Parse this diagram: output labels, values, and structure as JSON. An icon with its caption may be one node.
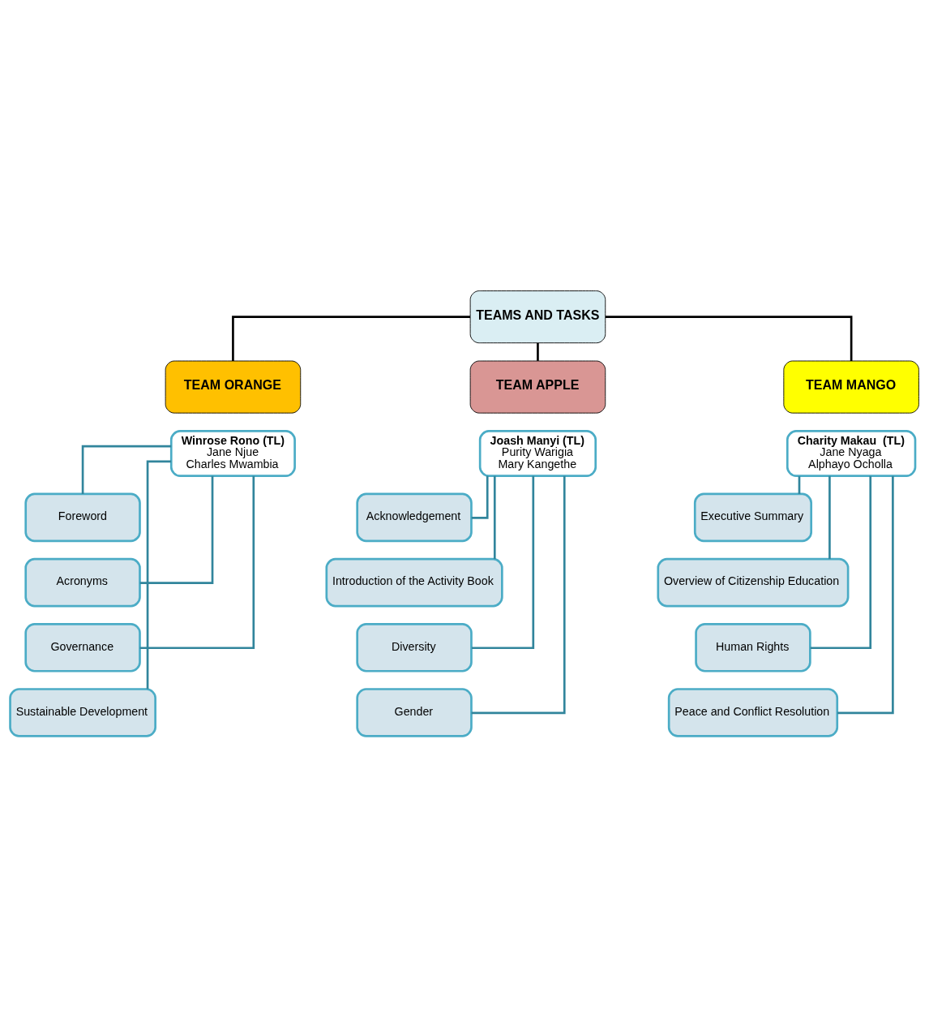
{
  "diagram": {
    "nodes": [
      {
        "text": [
          "TEAMS AND TASKS"
        ]
      },
      {
        "text": [
          "TEAM ORANGE"
        ]
      },
      {
        "text": [
          "TEAM APPLE"
        ]
      },
      {
        "text": [
          "TEAM MANGO"
        ]
      },
      {
        "text": [
          "Winrose Rono (TL)",
          "Jane Njue",
          "Charles Mwambia"
        ]
      },
      {
        "text": [
          "Foreword"
        ]
      },
      {
        "text": [
          "Acronyms"
        ]
      },
      {
        "text": [
          "Governance"
        ]
      },
      {
        "text": [
          "Sustainable Development"
        ]
      },
      {
        "text": [
          "Joash Manyi (TL)",
          "Purity Warigia",
          "Mary Kangethe"
        ]
      },
      {
        "text": [
          "Acknowledgement"
        ]
      },
      {
        "text": [
          "Introduction of the Activity Book"
        ]
      },
      {
        "text": [
          "Diversity"
        ]
      },
      {
        "text": [
          "Gender"
        ]
      },
      {
        "text": [
          "Charity Makau  (TL)",
          "Jane Nyaga",
          "Alphayo Ocholla"
        ]
      },
      {
        "text": [
          "Executive Summary"
        ]
      },
      {
        "text": [
          "Overview of Citizenship Education"
        ]
      },
      {
        "text": [
          "Human Rights"
        ]
      },
      {
        "text": [
          "Peace and Conflict Resolution"
        ]
      }
    ],
    "edges": [
      {
        "from": 0,
        "to": 1,
        "arrow": "none",
        "color": "#000000"
      },
      {
        "from": 0,
        "to": 2,
        "arrow": "none",
        "color": "#000000"
      },
      {
        "from": 0,
        "to": 3,
        "arrow": "none",
        "color": "#000000"
      },
      {
        "from": 4,
        "to": 5,
        "arrow": "none"
      },
      {
        "from": 4,
        "to": 6,
        "arrow": "none"
      },
      {
        "from": 4,
        "to": 7,
        "arrow": "none"
      },
      {
        "from": 4,
        "to": 8,
        "arrow": "none"
      },
      {
        "from": 9,
        "to": 10,
        "arrow": "none"
      },
      {
        "from": 9,
        "to": 11,
        "arrow": "none"
      },
      {
        "from": 9,
        "to": 12,
        "arrow": "none"
      },
      {
        "from": 9,
        "to": 13,
        "arrow": "none"
      },
      {
        "from": 14,
        "to": 15,
        "arrow": "none"
      },
      {
        "from": 14,
        "to": 16,
        "arrow": "none"
      },
      {
        "from": 14,
        "to": 17,
        "arrow": "none"
      },
      {
        "from": 14,
        "to": 18,
        "arrow": "none"
      }
    ]
  }
}
